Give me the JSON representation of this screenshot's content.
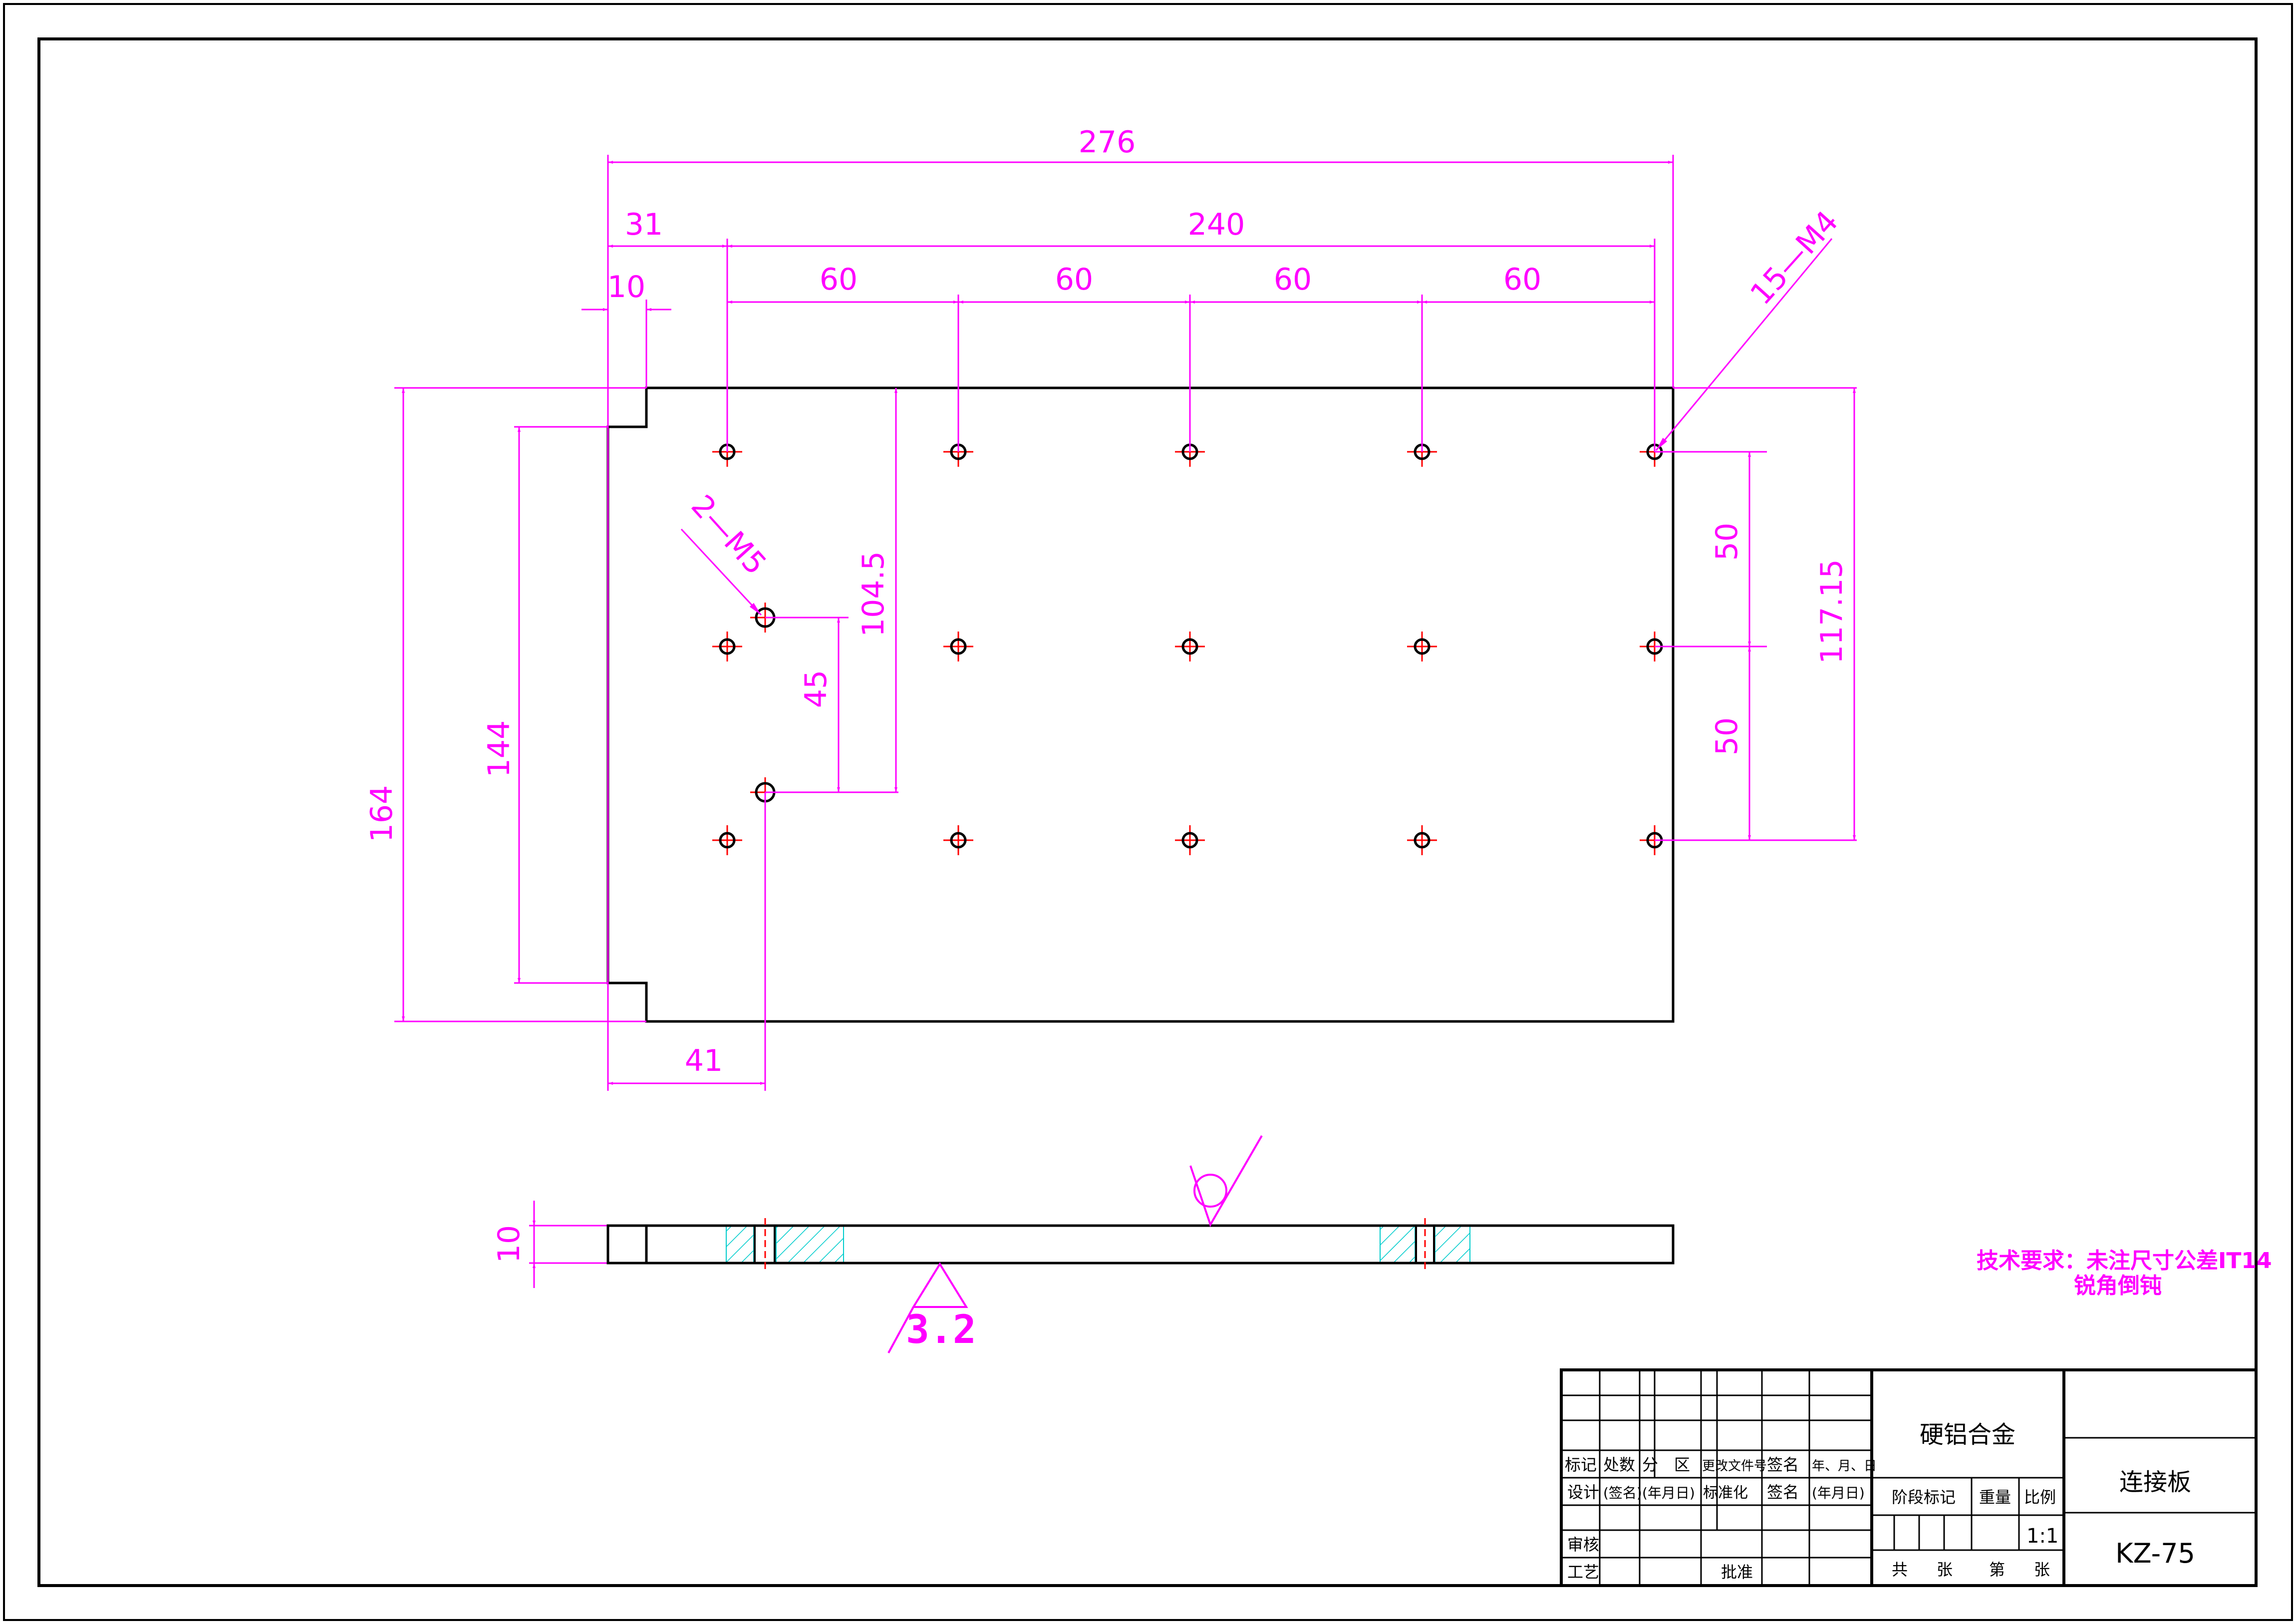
{
  "colors": {
    "outline": "#000000",
    "dimension": "#ff00ff",
    "hole_center": "#ff0000",
    "hatch": "#00cccc"
  },
  "dimensions": {
    "overall_length": "276",
    "hole_span": "240",
    "left_offset": "31",
    "notch_width": "10",
    "pitch_1": "60",
    "pitch_2": "60",
    "pitch_3": "60",
    "pitch_4": "60",
    "height": "164",
    "inner_height": "144",
    "m5_offset_y": "104.5",
    "m5_spacing": "45",
    "m5_offset_x": "41",
    "row_pitch_1": "50",
    "row_pitch_2": "50",
    "right_height": "117.15",
    "thickness": "10"
  },
  "callouts": {
    "holes_m4": "15—M4",
    "holes_m5": "2—M5"
  },
  "roughness": {
    "bottom_value": "3.2"
  },
  "technical_requirements": {
    "line1": "技术要求：未注尺寸公差IT14",
    "line2": "锐角倒钝"
  },
  "title_block": {
    "material": "硬铝合金",
    "part_name": "连接板",
    "drawing_no": "KZ-75",
    "scale": "1:1",
    "rev_labels": {
      "mark": "标记",
      "count": "处数",
      "zone": "分　区",
      "doc": "更改文件号",
      "sign": "签名",
      "date": "年、月、日"
    },
    "design": "设计",
    "sign_placeholder": "(签名)",
    "date_placeholder": "(年月日)",
    "standardize": "标准化",
    "sign2": "签名",
    "date2": "(年月日)",
    "stage_mark": "阶段标记",
    "weight": "重量",
    "scale_label": "比例",
    "review": "审核",
    "process": "工艺",
    "approve": "批准",
    "total": "共",
    "sheets": "张",
    "page": "第",
    "sheet2": "张"
  }
}
